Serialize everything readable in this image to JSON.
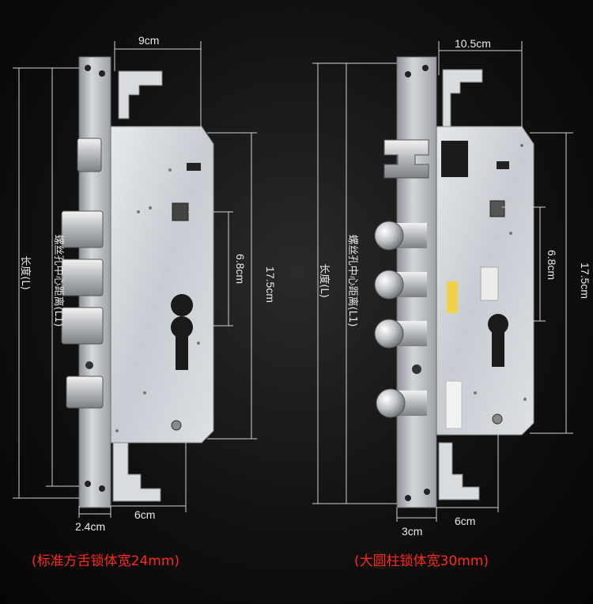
{
  "left_lock": {
    "width_top": "9cm",
    "height": "17.5cm",
    "screw_distance": "6.8cm",
    "length_label": "长度(L)",
    "screw_label": "螺丝孔中心距离(L1)",
    "width_bottom": "6cm",
    "faceplate_width": "2.4cm",
    "caption": "(标准方舌锁体宽24mm)"
  },
  "right_lock": {
    "width_top": "10.5cm",
    "height": "17.5cm",
    "screw_distance": "6.8cm",
    "length_label": "长度(L)",
    "screw_label": "螺丝孔中心距离(L1)",
    "width_bottom": "6cm",
    "faceplate_width": "3cm",
    "caption": "(大圆柱锁体宽30mm)"
  },
  "colors": {
    "background": "#0a0a0a",
    "dimension_lines": "#d0d0d0",
    "caption": "#ff2a1a",
    "steel": "#c9cdd2"
  }
}
